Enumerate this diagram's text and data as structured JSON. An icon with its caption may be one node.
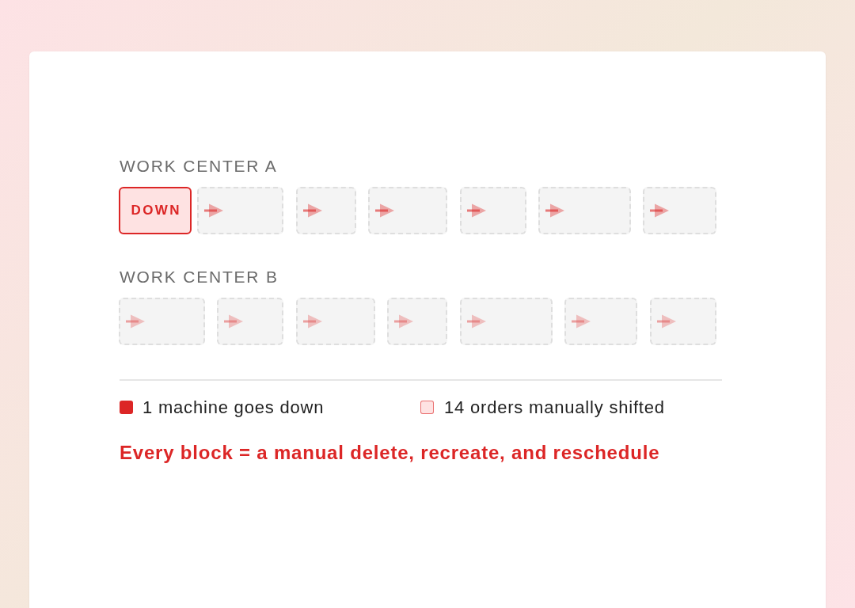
{
  "diagram": {
    "nodes": [
      {
        "text": [
          "DOWN"
        ]
      },
      {
        "text": [],
        "shape": "box"
      },
      {
        "text": [],
        "shape": "box"
      },
      {
        "text": [],
        "shape": "box"
      },
      {
        "text": [],
        "shape": "box"
      },
      {
        "text": [],
        "shape": "box"
      },
      {
        "text": [],
        "shape": "box"
      },
      {
        "text": [],
        "shape": "box"
      },
      {
        "text": [],
        "shape": "box"
      },
      {
        "text": [],
        "shape": "box"
      },
      {
        "text": [],
        "shape": "box"
      },
      {
        "text": [],
        "shape": "box"
      },
      {
        "text": [],
        "shape": "box"
      },
      {
        "text": [],
        "shape": "box"
      }
    ],
    "labels": [
      "WORK CENTER A",
      "WORK CENTER B"
    ],
    "legend": [
      {
        "text": "1 machine goes down",
        "color": "#dc2626"
      },
      {
        "text": "14 orders manually shifted",
        "color": "#fee2e2"
      }
    ],
    "caption": "Every block = a manual delete, recreate, and reschedule"
  }
}
